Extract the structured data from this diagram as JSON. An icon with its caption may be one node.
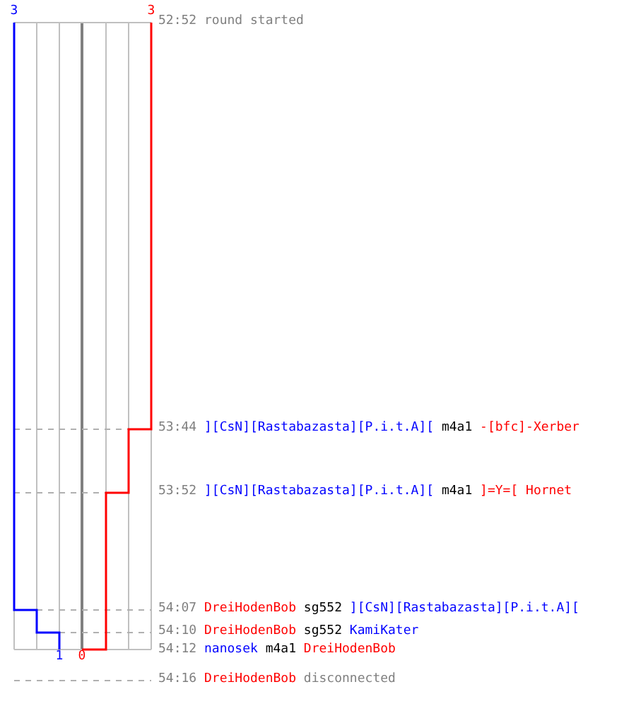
{
  "diagram": {
    "labels": [
      "3",
      "3",
      "52:52",
      "round started",
      "53:44",
      "][CsN][Rastabazasta][P.i.t.A][",
      "m4a1",
      "-[bfc]-Xerber",
      "53:52",
      "][CsN][Rastabazasta][P.i.t.A][",
      "m4a1",
      "]=Y=[ Hornet",
      "54:07",
      "DreiHodenBob",
      "sg552",
      "][CsN][Rastabazasta][P.i.t.A][",
      "54:10",
      "DreiHodenBob",
      "sg552",
      "KamiKater",
      "1",
      "0",
      "54:12",
      "nanosek",
      "m4a1",
      "DreiHodenBob",
      "54:16",
      "DreiHodenBob",
      "disconnected"
    ]
  }
}
